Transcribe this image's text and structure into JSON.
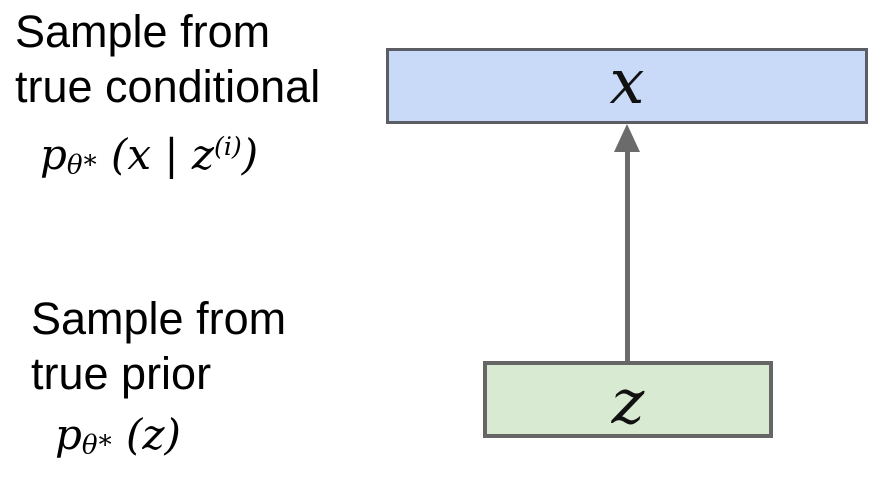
{
  "page": {
    "background": "#ffffff"
  },
  "annotations": {
    "conditional": {
      "line1": "Sample from",
      "line2": "true conditional",
      "formula": {
        "base": "p",
        "sub": "θ*",
        "mid": " (x | z",
        "sup": "(i)",
        "close": ")"
      }
    },
    "prior": {
      "line1": "Sample from",
      "line2": "true prior",
      "formula": {
        "base": "p",
        "sub": "θ*",
        "mid": " (z)",
        "sup": "",
        "close": ""
      }
    }
  },
  "nodes": {
    "x": {
      "label": "x",
      "fill": "#c9daf8",
      "border": "#5a5e64"
    },
    "z": {
      "label": "z",
      "fill": "#d9ead3",
      "border": "#666666"
    }
  },
  "arrow": {
    "direction": "z-to-x",
    "color": "#6b6b6b"
  }
}
